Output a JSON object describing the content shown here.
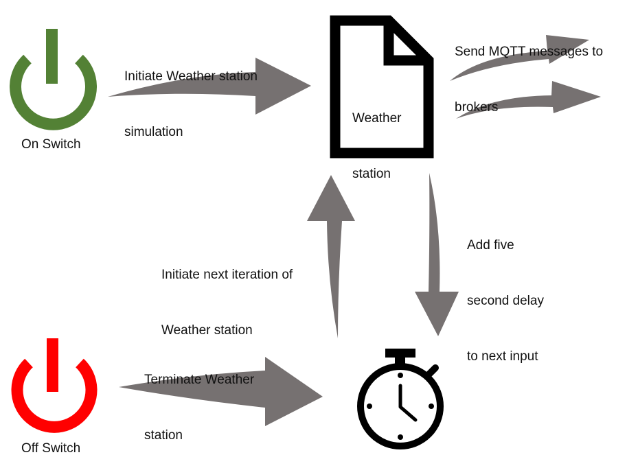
{
  "labels": {
    "on_switch": "On Switch",
    "off_switch": "Off Switch",
    "initiate_line1": "Initiate Weather station",
    "initiate_line2": "simulation",
    "weather_station_line1": "Weather",
    "weather_station_line2": "station",
    "send_line1": "Send MQTT messages to",
    "send_line2": "brokers",
    "delay_line1": "Add five",
    "delay_line2": "second delay",
    "delay_line3": "to next input",
    "next_line1": "Initiate next iteration of",
    "next_line2": "Weather station",
    "terminate_line1": "Terminate Weather",
    "terminate_line2": "station"
  },
  "icons": {
    "on_switch": "power-icon",
    "off_switch": "power-icon",
    "weather_station": "document-icon",
    "timer": "stopwatch-icon"
  },
  "colors": {
    "on_switch": "#538135",
    "off_switch": "#ff0000",
    "arrow": "#767171",
    "outline": "#000000"
  }
}
